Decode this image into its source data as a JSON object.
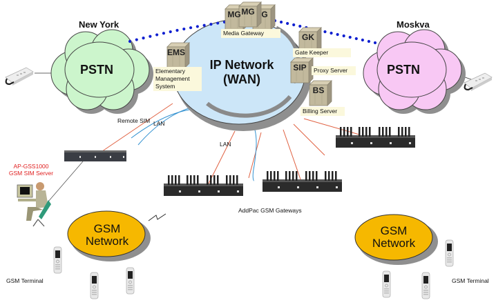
{
  "title": "AddPac GSM SIM Server network diagram",
  "cities": {
    "left": "New York",
    "right": "Moskva"
  },
  "clouds": {
    "pstn_left": "PSTN",
    "pstn_right": "PSTN",
    "ip_network_line1": "IP Network",
    "ip_network_line2": "(WAN)",
    "gsm_left_line1": "GSM",
    "gsm_left_line2": "Network",
    "gsm_right_line1": "GSM",
    "gsm_right_line2": "Network"
  },
  "servers": {
    "mg1": "MG",
    "mg2": "MG",
    "mg3": "G",
    "ems": "EMS",
    "gk": "GK",
    "sip": "SIP",
    "bs": "BS"
  },
  "labels": {
    "media_gateway": "Media Gateway",
    "ems_line1": "Elementary",
    "ems_line2": "Management",
    "ems_line3": "System",
    "gate_keeper": "Gate Keeper",
    "proxy_server": "Proxy Server",
    "billing_server": "Billing Server",
    "remote_sim": "Remote SIM",
    "lan1": "LAN",
    "lan2": "LAN",
    "sim_server_line1": "AP-GSS1000",
    "sim_server_line2": "GSM SIM Server",
    "gateways": "AddPac GSM Gateways",
    "gsm_terminal_left": "GSM Terminal",
    "gsm_terminal_right": "GSM Terminal"
  },
  "colors": {
    "pstn_left": "#ccf5cc",
    "pstn_right": "#f8c8f4",
    "ip_network": "#cce6f8",
    "gsm": "#f6b800",
    "dotted_link": "#1020d0",
    "lan_red": "#e06040",
    "lan_blue": "#3090d0",
    "sim_server_label": "#e02020"
  }
}
